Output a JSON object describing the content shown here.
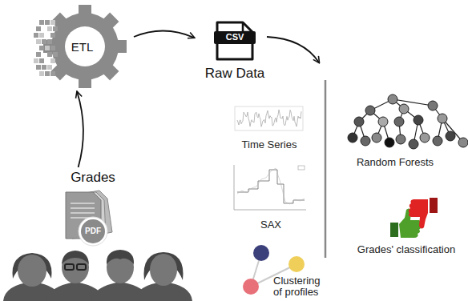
{
  "diagram": {
    "nodes": [
      {
        "text": [
          "ETL"
        ]
      },
      {
        "text": [
          "CSV",
          "Raw Data"
        ]
      },
      {
        "text": [
          "Grades",
          "PDF"
        ]
      }
    ],
    "edges": [
      {
        "from": 0,
        "to": 1,
        "arrow": "to"
      },
      {
        "from": 2,
        "to": 0,
        "arrow": "to"
      }
    ],
    "labels": [
      "Time Series",
      "SAX",
      "Clustering of profiles",
      "Random Forests",
      "Grades' classification"
    ]
  }
}
